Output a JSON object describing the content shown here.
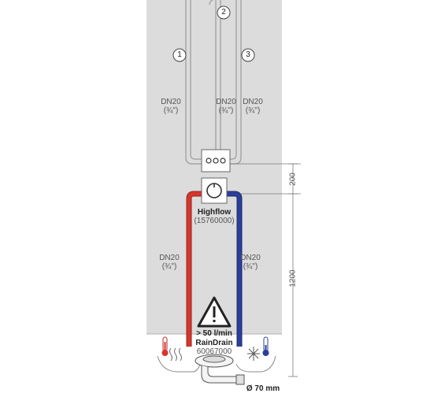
{
  "pipes": {
    "pipe_1": {
      "number": "1",
      "size": "DN20",
      "inch": "(¾\")"
    },
    "pipe_2": {
      "number": "2",
      "size": "DN20",
      "inch": "(¾\")"
    },
    "pipe_3": {
      "number": "3",
      "size": "DN20",
      "inch": "(¾\")"
    },
    "hot_supply": {
      "size": "DN20",
      "inch": "(¾\")"
    },
    "cold_supply": {
      "size": "DN20",
      "inch": "(¾\")"
    }
  },
  "valve": {
    "name": "Highflow",
    "code": "(15760000)"
  },
  "dimensions": {
    "upper": "200",
    "lower": "1200"
  },
  "drain": {
    "flow": "> 50 l/min",
    "name": "RainDrain",
    "code": "60067000",
    "diameter": "Ø 70 mm"
  },
  "colors": {
    "wall": "#dcdcdc",
    "hot": "#d9342b",
    "cold": "#2b3f9a",
    "line": "#8a8a8a"
  },
  "icons": [
    "warning-icon",
    "hot-thermometer-icon",
    "cold-snowflake-icon"
  ]
}
